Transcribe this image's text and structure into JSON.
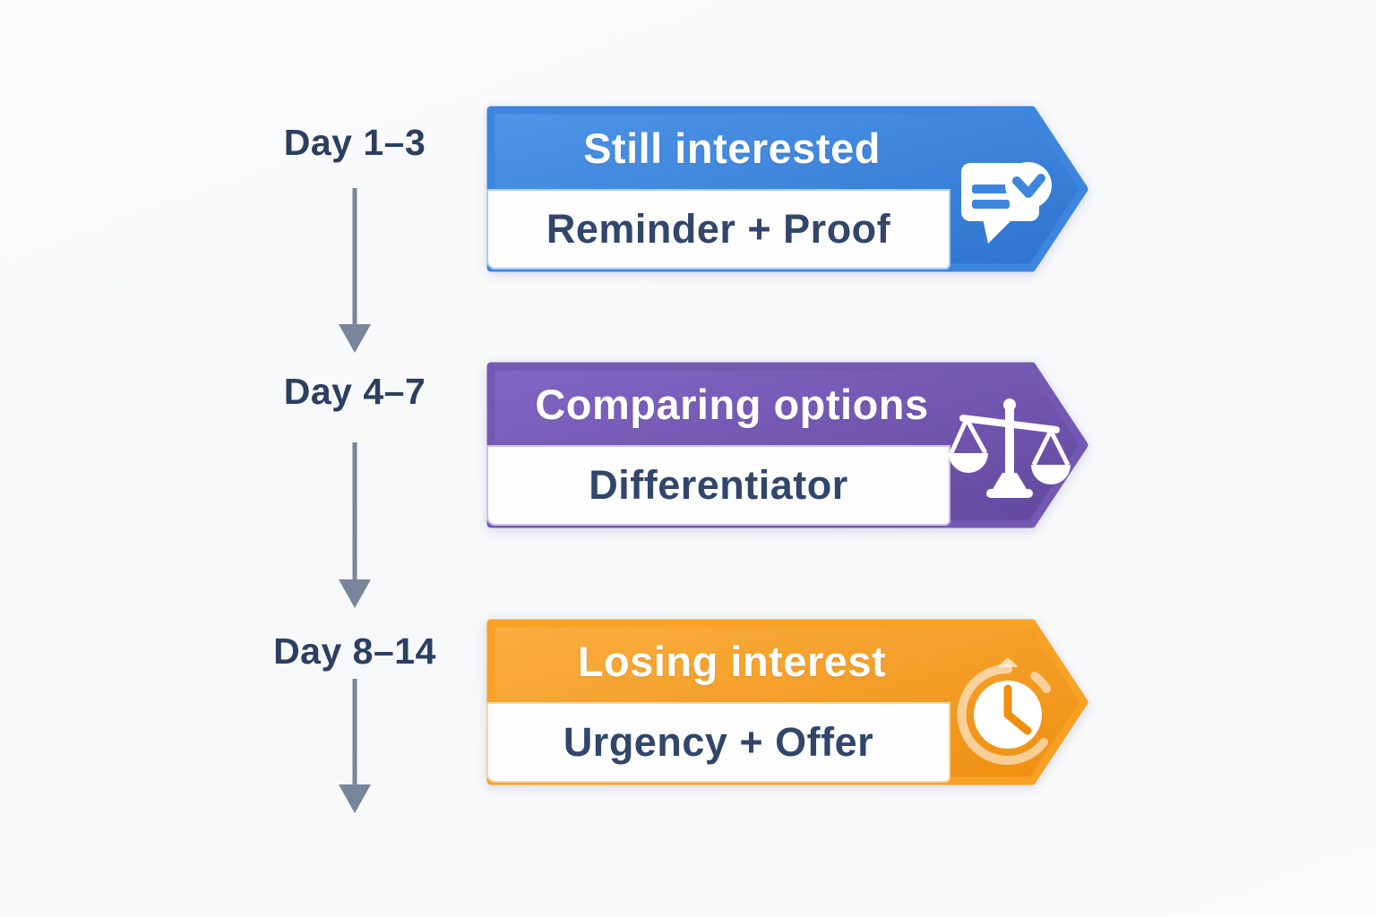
{
  "page": {
    "background": "#f8f9fb",
    "description": "Three-stage follow-up timeline diagram with day ranges, arrow banners and icons"
  },
  "timeline": {
    "arrow_color": "#79859a",
    "label_color": "#2c3f60"
  },
  "text_colors": {
    "title": "#ffffff",
    "tactic": "#31466a"
  },
  "stages": [
    {
      "day_range": "Day 1–3",
      "title": "Still interested",
      "tactic": "Reminder + Proof",
      "icon": "chat-message-check-icon",
      "accent": "#3e86dd",
      "accent_light": "#4e95e8",
      "accent_dark": "#2e74cf",
      "panel_border": "#a9cdf2"
    },
    {
      "day_range": "Day 4–7",
      "title": "Comparing options",
      "tactic": "Differentiator",
      "icon": "balance-scales-icon",
      "accent": "#7459b3",
      "accent_light": "#8266c5",
      "accent_dark": "#63489e",
      "panel_border": "#ccc3e8"
    },
    {
      "day_range": "Day 8–14",
      "title": "Losing interest",
      "tactic": "Urgency + Offer",
      "icon": "alarm-clock-icon",
      "accent": "#f7a125",
      "accent_light": "#f9ae40",
      "accent_dark": "#ef8f10",
      "panel_border": "#f8d494"
    }
  ]
}
